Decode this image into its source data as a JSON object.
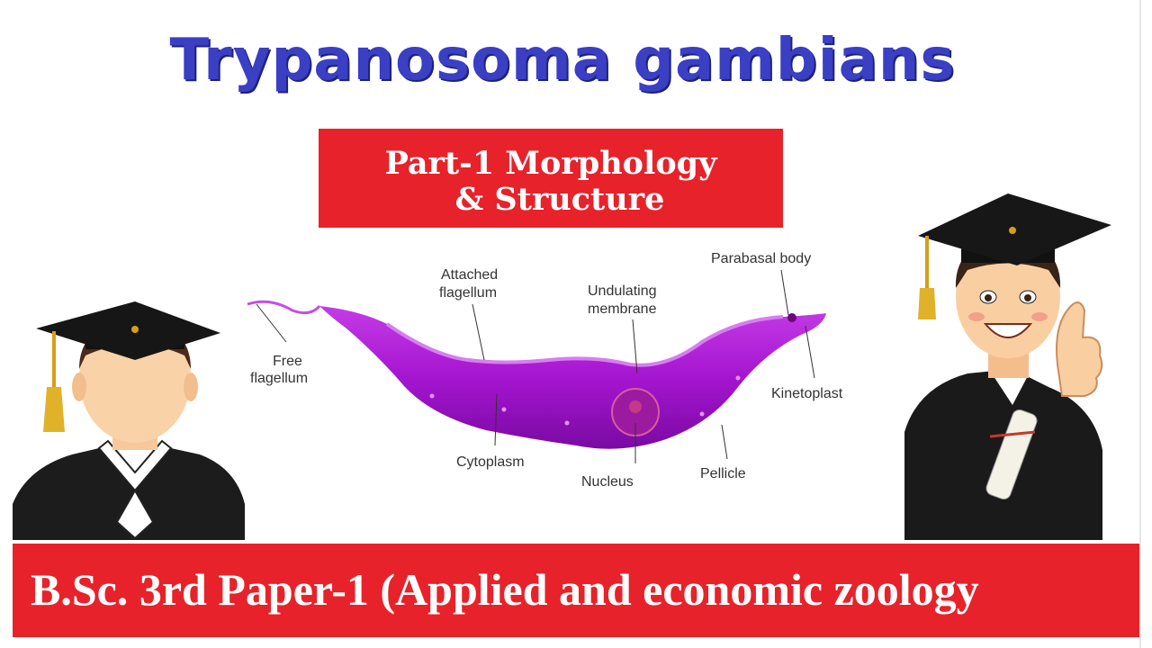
{
  "title": "Trypanosoma  gambians",
  "subtitle": {
    "line1": "Part-1 Morphology",
    "line2": "& Structure"
  },
  "labels": {
    "free_flagellum": [
      "Free",
      "flagellum"
    ],
    "attached_flagellum": [
      "Attached",
      "flagellum"
    ],
    "undulating_membrane": [
      "Undulating",
      "membrane"
    ],
    "parabasal_body": "Parabasal body",
    "kinetoplast": "Kinetoplast",
    "cytoplasm": "Cytoplasm",
    "nucleus": "Nucleus",
    "pellicle": "Pellicle"
  },
  "footer": "B.Sc. 3rd  Paper-1 (Applied and economic zoology",
  "colors": {
    "title_blue": "#3a3fc4",
    "banner_red": "#e8222a",
    "organism_purple": "#b21bd6"
  }
}
